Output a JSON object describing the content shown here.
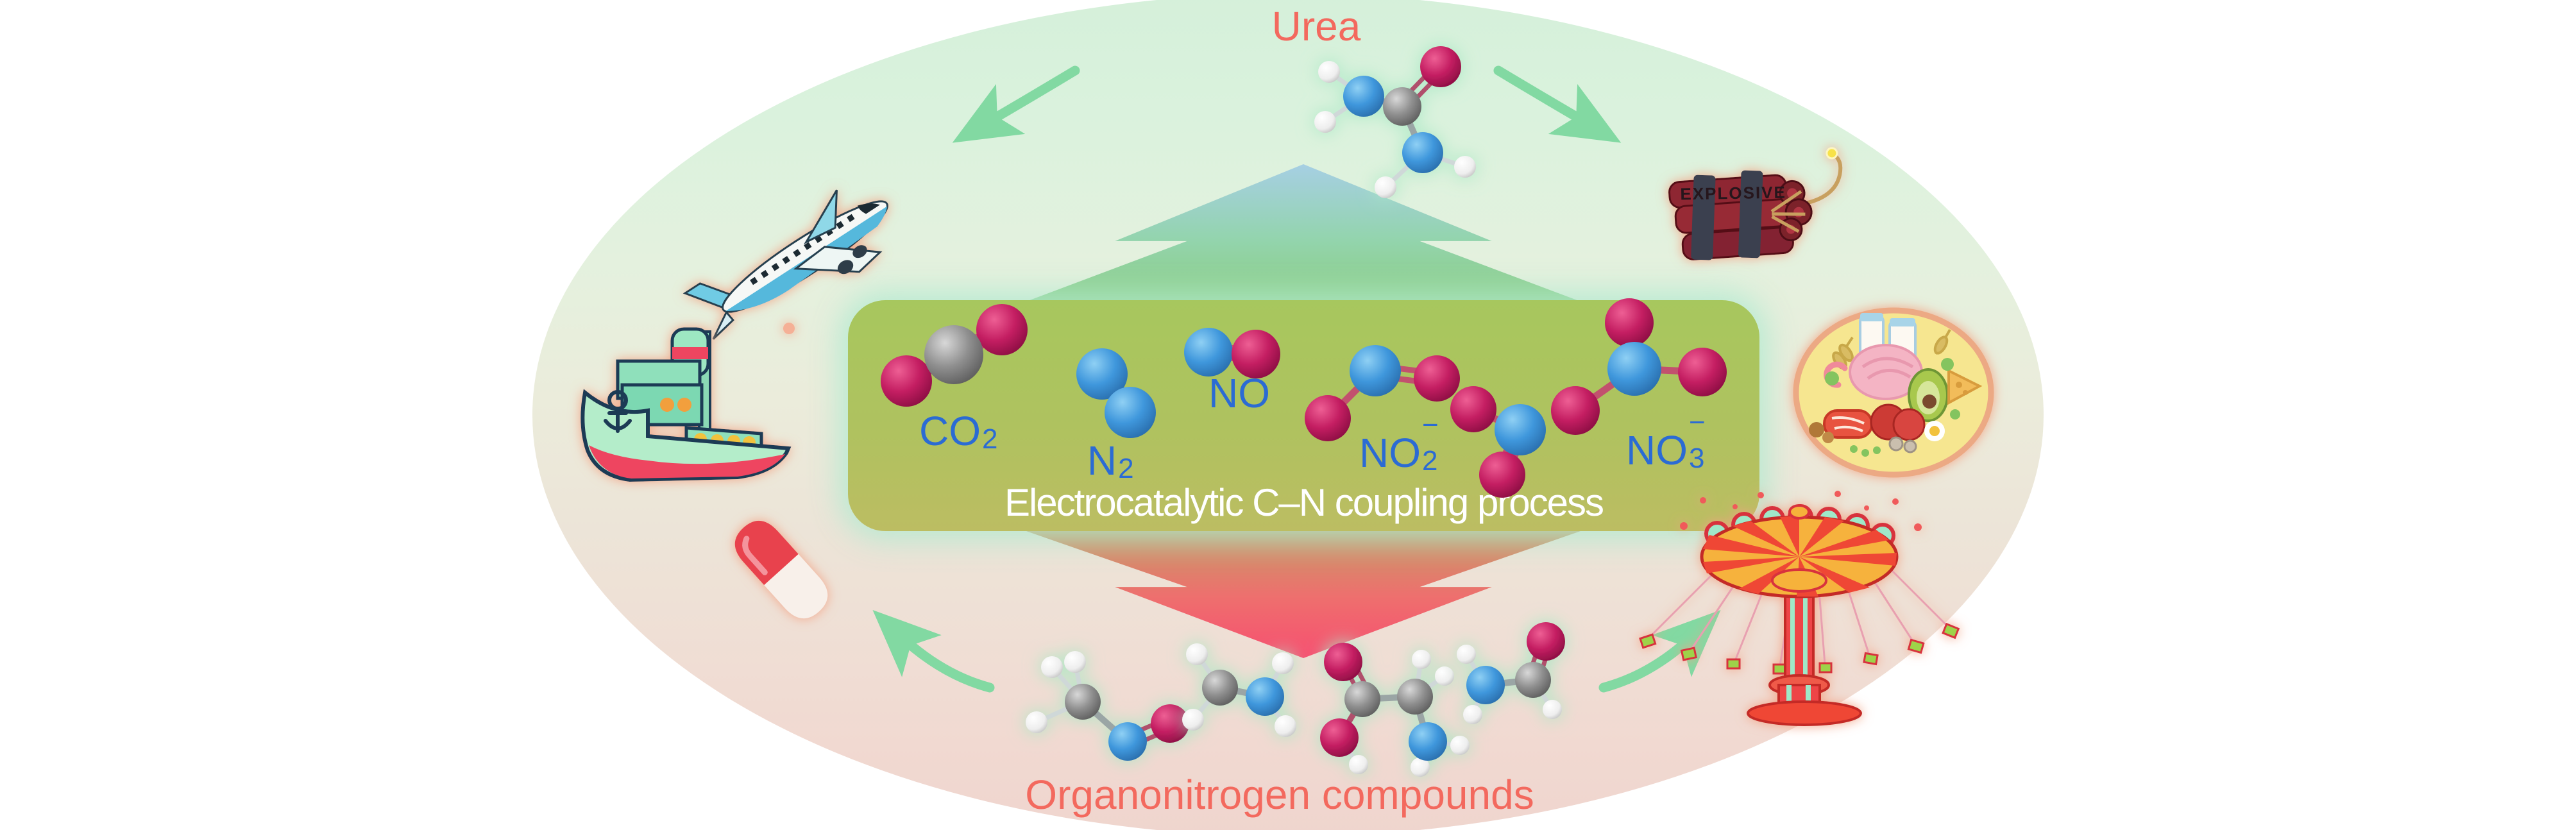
{
  "figure": {
    "top_compound": "Urea",
    "bottom_compound": "Organonitrogen compounds",
    "process_title": "Electrocatalytic C–N coupling process",
    "feedstocks": {
      "co2": {
        "main": "CO",
        "sub": "2",
        "sup": ""
      },
      "n2": {
        "main": "N",
        "sub": "2",
        "sup": ""
      },
      "no": {
        "main": "NO",
        "sub": "",
        "sup": ""
      },
      "no2": {
        "main": "NO",
        "sub": "2",
        "sup": "−"
      },
      "no3": {
        "main": "NO",
        "sub": "3",
        "sup": "−"
      }
    },
    "dynamite_label": "EXPLOSIVE",
    "icon_names": [
      "airplane-icon",
      "ship-icon",
      "capsule-icon",
      "dynamite-icon",
      "protein-food-icon",
      "carousel-ride-icon"
    ],
    "colors": {
      "compound_text": "#f3695e",
      "formula_text": "#2b6bd4",
      "process_title_text": "#ffffff",
      "panel_green": "#a7c75e",
      "arrow_up_tip": "#a6cfe3",
      "arrow_up_base": "#8ccd84",
      "arrow_down_base": "#c89a66",
      "arrow_down_tip": "#f74f70",
      "cycle_arrow_green": "#82d9a2",
      "atom_nitrogen": "#3f97dc",
      "atom_oxygen": "#c41e62",
      "atom_carbon": "#8f8f8f",
      "atom_hydrogen": "#f2f2f2",
      "icon_glow": "#f3a283",
      "molecule_glow": "#a9e8c4"
    }
  }
}
